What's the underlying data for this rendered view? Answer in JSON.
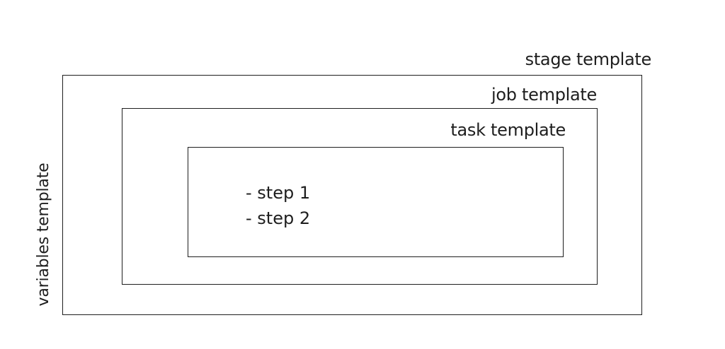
{
  "labels": {
    "stage": "stage template",
    "job": "job template",
    "task": "task template",
    "variables": "variables template"
  },
  "steps": [
    "- step 1",
    "- step 2"
  ],
  "colors": {
    "stroke": "#1e1e1e",
    "background": "#ffffff"
  }
}
